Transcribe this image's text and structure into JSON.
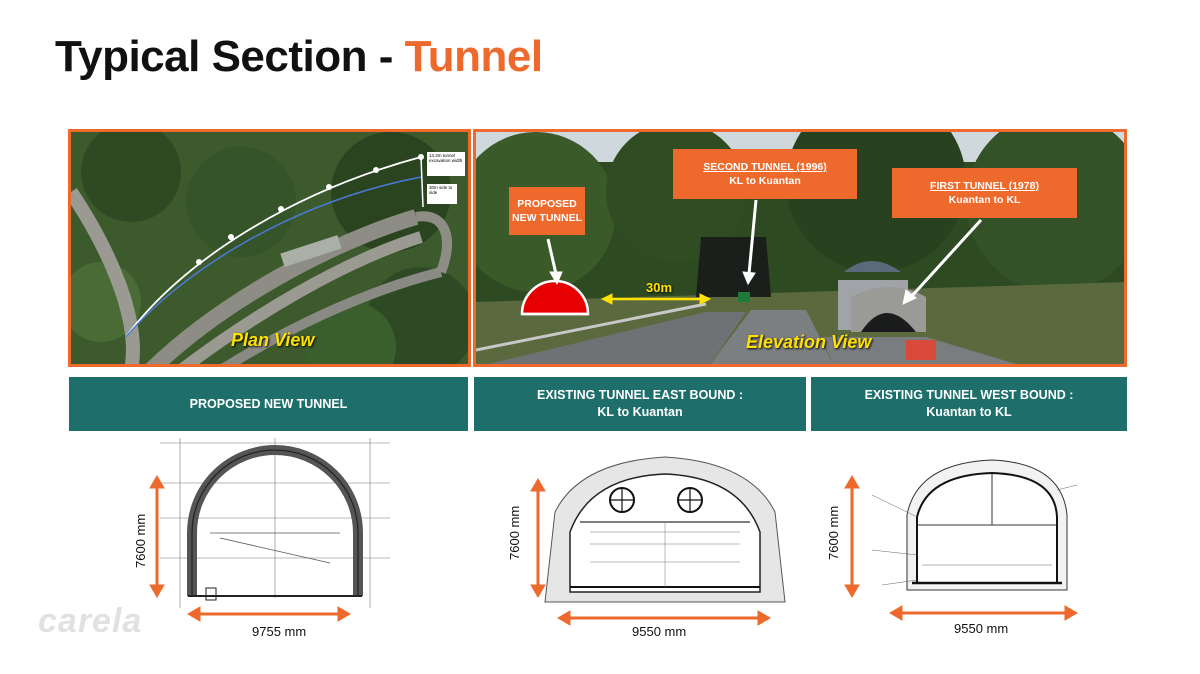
{
  "title": {
    "main": "Typical Section - ",
    "accent": "Tunnel"
  },
  "plan": {
    "label": "Plan View",
    "notes": [
      "13.3m tunnel excavation width",
      "30m side to side"
    ]
  },
  "elevation": {
    "label": "Elevation View",
    "proposed": "PROPOSED NEW TUNNEL",
    "second_title": "SECOND TUNNEL (1996)",
    "second_sub": "KL to Kuantan",
    "first_title": "FIRST TUNNEL (1978)",
    "first_sub": "Kuantan to KL",
    "distance": "30m"
  },
  "sections": [
    {
      "header": "PROPOSED NEW TUNNEL",
      "height": "7600 mm",
      "width": "9755 mm"
    },
    {
      "header_l1": "EXISTING TUNNEL EAST BOUND :",
      "header_l2": "KL to Kuantan",
      "height": "7600 mm",
      "width": "9550 mm"
    },
    {
      "header_l1": "EXISTING TUNNEL WEST BOUND :",
      "header_l2": "Kuantan to KL",
      "height": "7600 mm",
      "width": "9550 mm"
    }
  ],
  "watermark": "carela",
  "colors": {
    "accent": "#ee6a2c",
    "header_bg": "#1e6f6b",
    "label": "#ffe100"
  }
}
